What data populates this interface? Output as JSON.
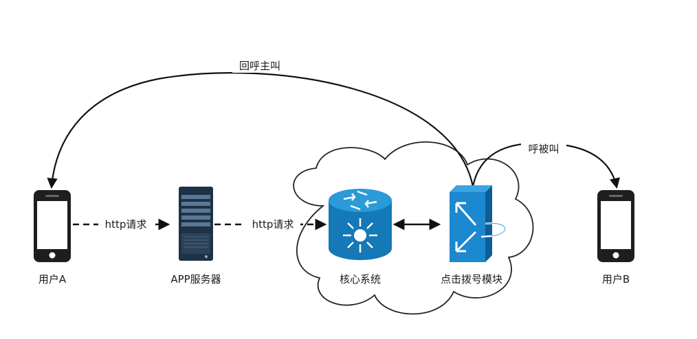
{
  "nodes": {
    "user_a": "用户A",
    "app_server": "APP服务器",
    "core_system": "核心系统",
    "dial_module": "点击拨号模块",
    "user_b": "用户B"
  },
  "edges": {
    "a_to_server": "http请求",
    "server_to_core": "http请求",
    "callback_caller": "回呼主叫",
    "call_callee": "呼被叫"
  }
}
